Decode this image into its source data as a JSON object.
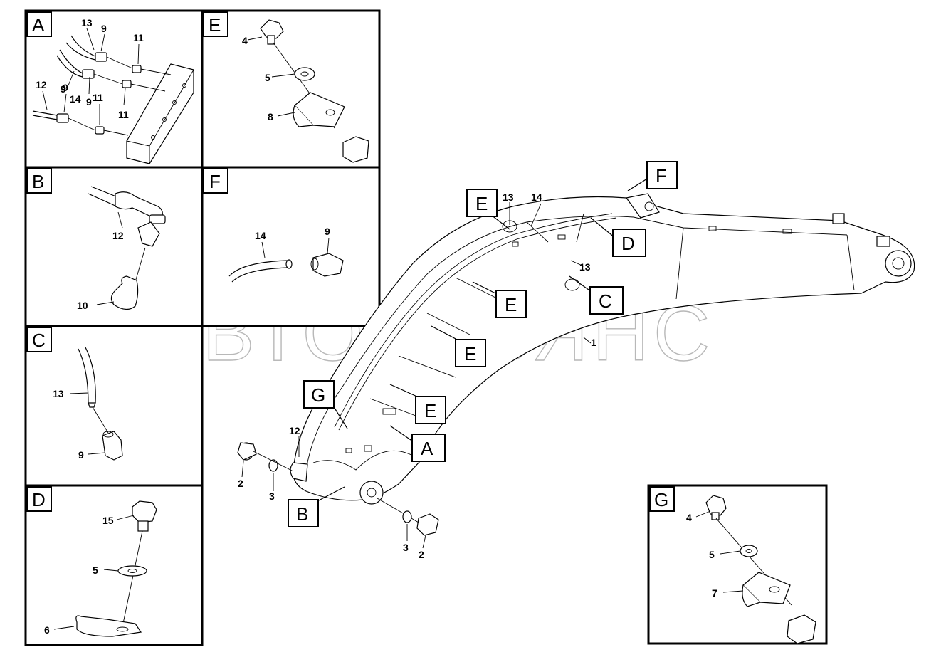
{
  "watermark": "АВТОАЛЬЯНС",
  "panels": {
    "A": {
      "letter": "A",
      "callouts": [
        "13",
        "9",
        "11",
        "9",
        "14",
        "9",
        "11",
        "12",
        "9",
        "11"
      ]
    },
    "B": {
      "letter": "B",
      "callouts": [
        "12",
        "10"
      ]
    },
    "C": {
      "letter": "C",
      "callouts": [
        "13",
        "9"
      ]
    },
    "D": {
      "letter": "D",
      "callouts": [
        "15",
        "5",
        "6"
      ]
    },
    "E": {
      "letter": "E",
      "callouts": [
        "4",
        "5",
        "8"
      ]
    },
    "F": {
      "letter": "F",
      "callouts": [
        "14",
        "9"
      ]
    },
    "G": {
      "letter": "G",
      "callouts": [
        "4",
        "5",
        "7"
      ]
    }
  },
  "main": {
    "part_numbers": [
      "13",
      "14",
      "13",
      "1",
      "12",
      "2",
      "3",
      "3",
      "2"
    ],
    "detail_labels": [
      "F",
      "E",
      "D",
      "C",
      "E",
      "E",
      "E",
      "G",
      "A",
      "B"
    ]
  }
}
